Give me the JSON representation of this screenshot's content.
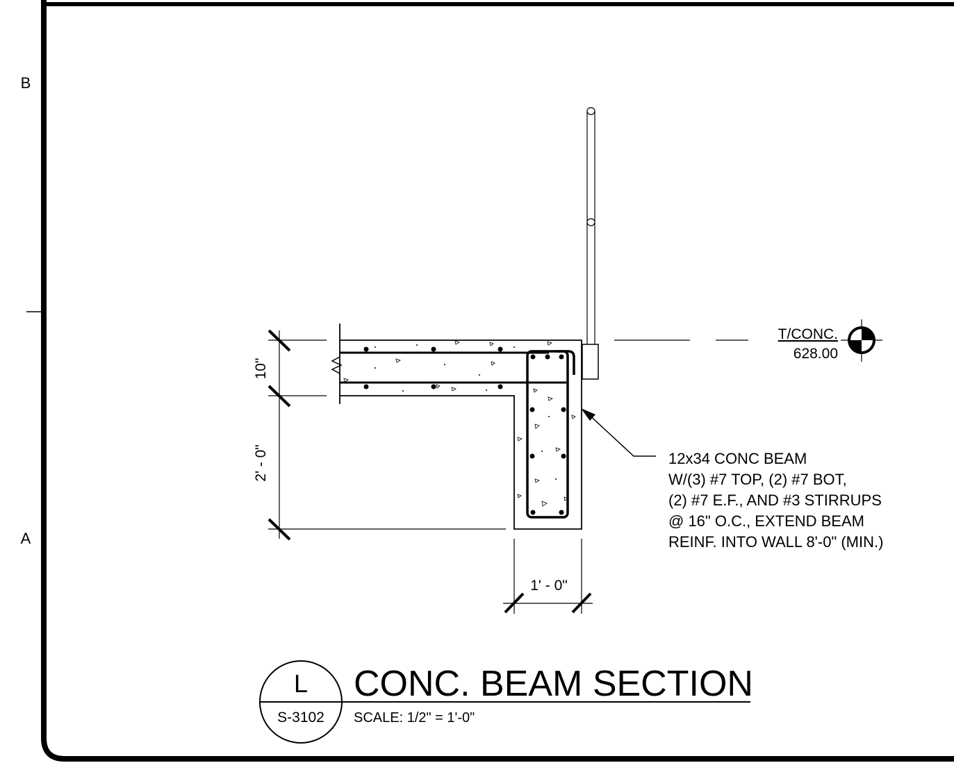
{
  "grid_labels": {
    "upper": "B",
    "lower": "A"
  },
  "level_marker": {
    "label": "T/CONC.",
    "elevation": "628.00"
  },
  "dimensions": {
    "slab_thickness": "10\"",
    "beam_depth": "2' - 0\"",
    "beam_width": "1' - 0\""
  },
  "callout": {
    "lines": [
      "12x34 CONC BEAM",
      "W/(3) #7 TOP, (2) #7 BOT,",
      "(2) #7 E.F., AND #3 STIRRUPS",
      "@ 16\" O.C., EXTEND BEAM",
      "REINF. INTO WALL 8'-0\" (MIN.)"
    ]
  },
  "title_block": {
    "detail_id": "L",
    "sheet_number": "S-3102",
    "title": "CONC. BEAM SECTION",
    "scale": "SCALE:   1/2\" = 1'-0\""
  }
}
